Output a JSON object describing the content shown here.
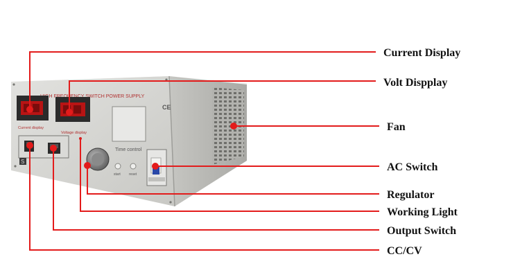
{
  "device": {
    "panel_title": "HIGH FREQUENCY SWITCH POWER SUPPLY",
    "ce_mark": "CE",
    "current_display_caption": "Current display",
    "voltage_display_caption": "Voltage display",
    "time_control_caption": "Time control",
    "start_label": "start",
    "reset_label": "reset",
    "brand_icon": "power-logo-icon"
  },
  "callouts": [
    {
      "id": "current-display",
      "label": "Current Display"
    },
    {
      "id": "volt-display",
      "label": "Volt Dispplay"
    },
    {
      "id": "fan",
      "label": "Fan"
    },
    {
      "id": "ac-switch",
      "label": "AC Switch"
    },
    {
      "id": "regulator",
      "label": "Regulator"
    },
    {
      "id": "working-light",
      "label": "Working Light"
    },
    {
      "id": "output-switch",
      "label": "Output Switch"
    },
    {
      "id": "cc-cv",
      "label": "CC/CV"
    }
  ],
  "colors": {
    "leader": "#e31b1b",
    "label": "#111111",
    "panel": "#d6d6d3",
    "side": "#b9b9b6",
    "display": "#b81414"
  }
}
